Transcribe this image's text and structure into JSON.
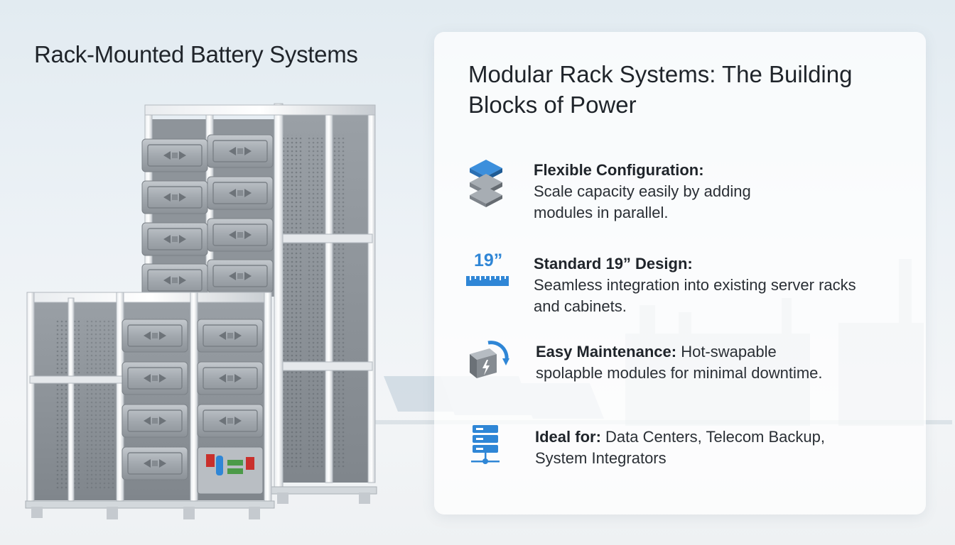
{
  "left_title": "Rack-Mounted Battery Systems",
  "panel": {
    "title_line1": "Modular Rack Systems: The Building",
    "title_line2": "Blocks of Power"
  },
  "features": [
    {
      "icon": "stacked-layers-icon",
      "label": "Flexible Configuration:",
      "line1": "Scale capacity easily by adding",
      "line2": "modules in parallel."
    },
    {
      "icon": "ruler-19-icon",
      "icon_text": "19”",
      "label": "Standard 19” Design:",
      "line1": "Seamless integration into existing server racks",
      "line2": "and cabinets."
    },
    {
      "icon": "battery-swap-icon",
      "label": "Easy Maintenance:",
      "line1_rest": " Hot-swapable",
      "line2": "spolapble modules for minimal downtime."
    },
    {
      "icon": "server-network-icon",
      "label": "Ideal for:",
      "line1_rest": " Data Centers, Telecom Backup,",
      "line2": "System Integrators"
    }
  ],
  "colors": {
    "accent_blue": "#2f86d6",
    "frame_silver": "#c9ced3",
    "module_gray": "#9aa1a8"
  }
}
